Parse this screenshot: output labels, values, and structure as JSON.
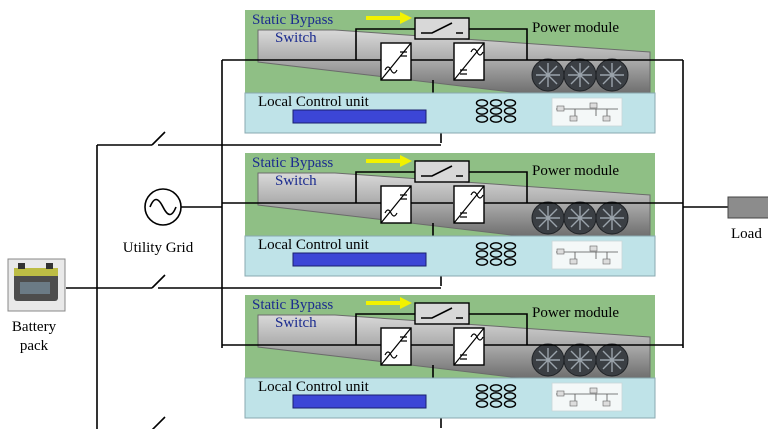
{
  "labels": {
    "static_bypass_line1": "Static Bypass",
    "static_bypass_line2": "Switch",
    "power_module": "Power module",
    "local_control_unit": "Local Control unit",
    "utility_grid": "Utility Grid",
    "battery_line1": "Battery",
    "battery_line2": "pack",
    "load": "Load"
  },
  "modules": [
    {
      "id": "module-1"
    },
    {
      "id": "module-2"
    },
    {
      "id": "module-3"
    }
  ],
  "colors": {
    "module_green": "#8fbf85",
    "control_cyan": "#bfe3e8",
    "display_blue": "#3c46d6",
    "bypass_label": "#1b2b8f",
    "arrow_yellow": "#f2f200",
    "wire": "#000000"
  }
}
